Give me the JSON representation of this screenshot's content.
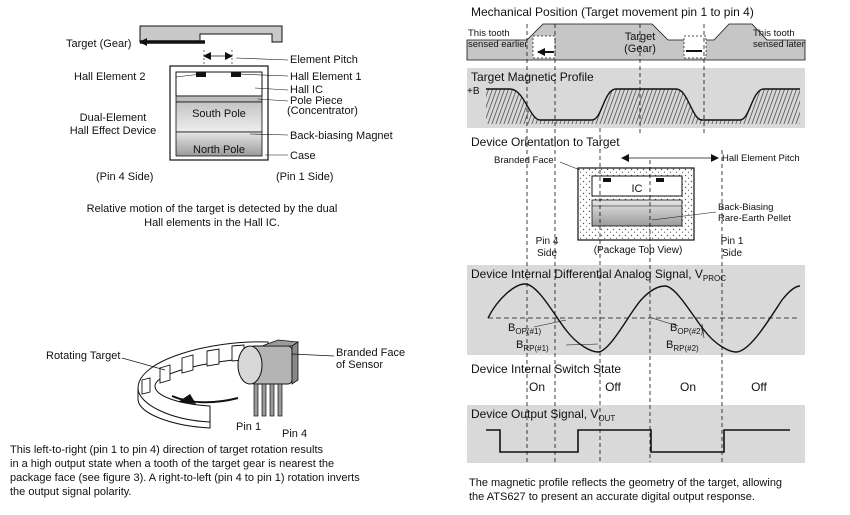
{
  "left_top": {
    "target_gear": "Target (Gear)",
    "element_pitch": "Element Pitch",
    "hall_element_2": "Hall Element 2",
    "hall_element_1": "Hall Element 1",
    "hall_ic": "Hall IC",
    "pole_piece": "Pole Piece",
    "concentrator": "(Concentrator)",
    "device_line1": "Dual-Element",
    "device_line2": "Hall Effect Device",
    "south_pole": "South Pole",
    "back_magnet": "Back-biasing Magnet",
    "north_pole": "North Pole",
    "case": "Case",
    "pin4_side": "(Pin 4 Side)",
    "pin1_side": "(Pin 1 Side)",
    "caption_line1": "Relative motion of the target is detected by the dual",
    "caption_line2": "Hall elements in the Hall IC."
  },
  "left_bottom": {
    "rotating_target": "Rotating Target",
    "branded_face_line1": "Branded Face",
    "branded_face_line2": "of Sensor",
    "pin1": "Pin 1",
    "pin4": "Pin 4",
    "caption_lines": [
      "This left-to-right (pin 1 to pin 4) direction of target rotation results",
      "in a high output state when a tooth of the target gear is nearest the",
      "package face (see figure 3). A right-to-left (pin 4 to pin 1) rotation inverts",
      "the output signal polarity."
    ]
  },
  "right": {
    "mech_title": "Mechanical Position (Target movement pin 1 to pin 4)",
    "earlier_line1": "This tooth",
    "earlier_line2": "sensed earlier",
    "target_line1": "Target",
    "target_line2": "(Gear)",
    "later_line1": "This tooth",
    "later_line2": "sensed later",
    "mag_title": "Target Magnetic Profile",
    "plus_b": "+B",
    "orient_title": "Device Orientation to Target",
    "branded_face": "Branded Face",
    "hall_pitch": "Hall Element Pitch",
    "ic": "IC",
    "back_line1": "Back-Biasing",
    "back_line2": "Rare-Earth Pellet",
    "pin4_line1": "Pin 4",
    "pin4_line2": "Side",
    "pkg_view": "(Package Top View)",
    "pin1_line1": "Pin 1",
    "pin1_line2": "Side",
    "analog_title": "Device Internal Differential Analog Signal, V",
    "analog_sub": "PROC",
    "bop1": "B",
    "bop1_sub": "OP(#1)",
    "brp1": "B",
    "brp1_sub": "RP(#1)",
    "bop2": "B",
    "bop2_sub": "OP(#2)",
    "brp2": "B",
    "brp2_sub": "RP(#2)",
    "switch_title": "Device Internal Switch State",
    "switch_states": [
      "On",
      "Off",
      "On",
      "Off"
    ],
    "output_title": "Device Output Signal, V",
    "output_sub": "OUT",
    "caption_line1": "The magnetic profile reflects the geometry of the target, allowing",
    "caption_line2": "the ATS627 to present an accurate digital output response."
  }
}
